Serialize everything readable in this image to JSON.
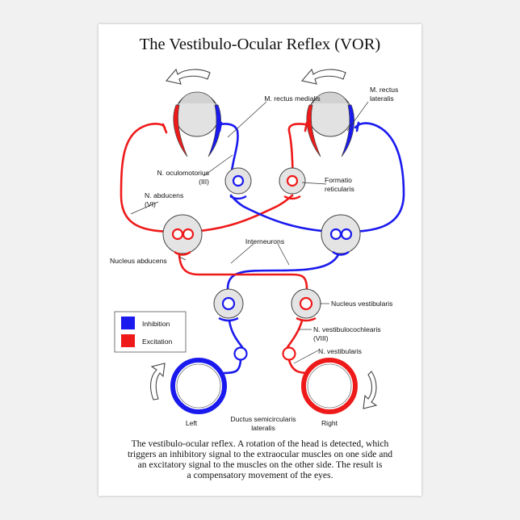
{
  "title": "The Vestibulo-Ocular Reflex (VOR)",
  "labels": {
    "m_rectus_medialis": "M. rectus medialis",
    "m_rectus_lateralis_1": "M. rectus",
    "m_rectus_lateralis_2": "lateralis",
    "n_oculomotorius_1": "N. oculomotorius",
    "n_oculomotorius_2": "(III)",
    "formatio_1": "Formatio",
    "formatio_2": "reticularis",
    "n_abducens_1": "N. abducens",
    "n_abducens_2": "(VI)",
    "interneurons": "Interneurons",
    "nucleus_abducens": "Nucleus abducens",
    "nucleus_vestibularis": "Nucleus vestibularis",
    "n_vestibulocochlearis_1": "N. vestibulocochlearis",
    "n_vestibulocochlearis_2": "(VIII)",
    "n_vestibularis": "N. vestibularis",
    "left": "Left",
    "right": "Right",
    "ductus_1": "Ductus semicircularis",
    "ductus_2": "lateralis"
  },
  "legend": {
    "inhibition": "Inhibition",
    "excitation": "Excitation"
  },
  "caption": [
    "The vestibulo-ocular reflex. A rotation of the head is detected, which",
    "triggers an inhibitory signal to the extraocular muscles on one side and",
    "an excitatory signal to the muscles on the other side. The result is",
    "a compensatory movement of the eyes."
  ],
  "colors": {
    "inhibition": "#1a1aee",
    "excitation": "#ee1a1a",
    "nucleus_fill": "#e4e4e4",
    "outline": "#444444"
  },
  "icons": [
    "rotation-arrow-icon",
    "eye-icon",
    "nucleus-icon",
    "semicircular-canal-icon"
  ]
}
